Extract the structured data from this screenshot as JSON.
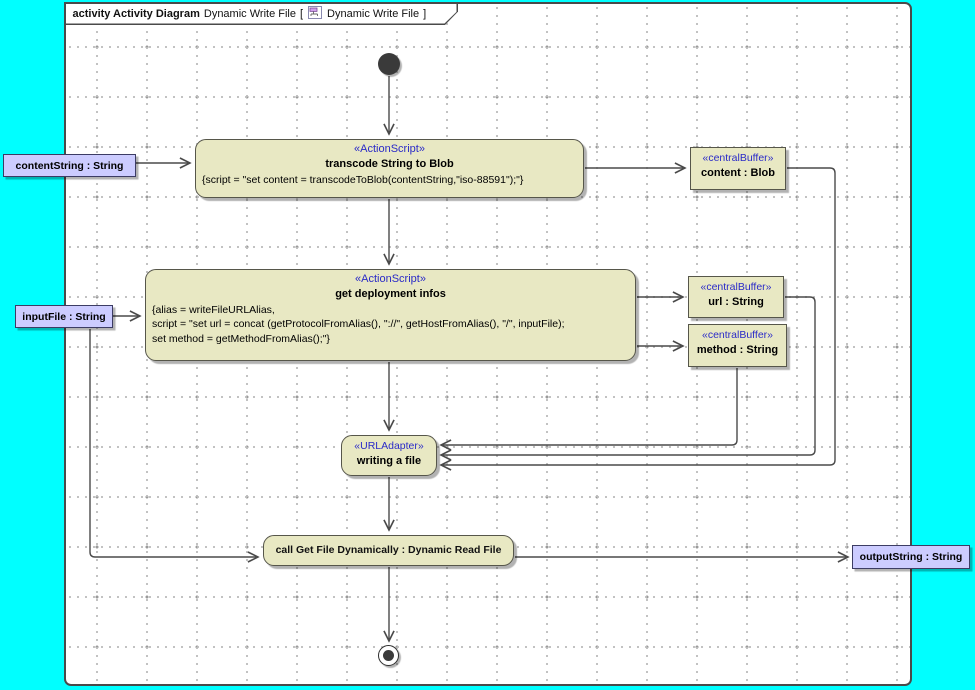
{
  "frame_tab": {
    "keyword": "activity Activity Diagram",
    "diagram_name": "Dynamic Write File",
    "bracket_open": "[",
    "icon": "activity-diagram-icon",
    "inner_name": "Dynamic Write File",
    "bracket_close": "]"
  },
  "nodes": {
    "transcode_action": {
      "stereotype": "«ActionScript»",
      "name": "transcode String to Blob",
      "body": [
        "{script = \"set content = transcodeToBlob(contentString,\"iso-88591\");\"}"
      ]
    },
    "deploy_action": {
      "stereotype": "«ActionScript»",
      "name": "get deployment infos",
      "body": [
        "{alias = writeFileURLAlias,",
        "script = \"set url = concat (getProtocolFromAlias(), \"://\", getHostFromAlias(), \"/\", inputFile);",
        "set method = getMethodFromAlias();\"}"
      ]
    },
    "content_buffer": {
      "stereotype": "«centralBuffer»",
      "name": "content : Blob"
    },
    "url_buffer": {
      "stereotype": "«centralBuffer»",
      "name": "url : String"
    },
    "method_buffer": {
      "stereotype": "«centralBuffer»",
      "name": "method : String"
    },
    "url_adapter": {
      "stereotype": "«URLAdapter»",
      "name": "writing a file"
    },
    "call_action": {
      "name": "call Get File Dynamically : Dynamic Read File"
    }
  },
  "parameters": {
    "content_string": "contentString : String",
    "input_file": "inputFile : String",
    "output_string": "outputString : String"
  },
  "colors": {
    "canvas": "#00ffff",
    "node_fill": "#e8e8c3",
    "node_border": "#56564a",
    "param_fill": "#ccccff",
    "stereotype_text": "#2a2ac8",
    "edge": "#4a4a4a"
  }
}
